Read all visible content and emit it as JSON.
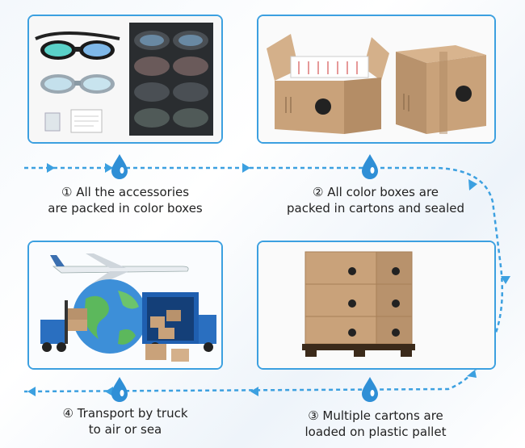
{
  "steps": [
    {
      "number": "①",
      "line1": "All the accessories",
      "line2": "are packed in color boxes"
    },
    {
      "number": "②",
      "line1": "All color boxes are",
      "line2": "packed in cartons and sealed"
    },
    {
      "number": "③",
      "line1": "Multiple cartons are",
      "line2": "loaded on plastic pallet"
    },
    {
      "number": "④",
      "line1": "Transport by truck",
      "line2": "to air or sea"
    }
  ],
  "colors": {
    "accent": "#3ca0e0",
    "box": "#c9a27a",
    "text": "#222222"
  },
  "icons": [
    "water-drop-icon",
    "arrow-icon",
    "goggles-icon",
    "carton-icon",
    "pallet-icon",
    "airplane-icon",
    "globe-icon",
    "truck-icon",
    "forklift-icon"
  ]
}
